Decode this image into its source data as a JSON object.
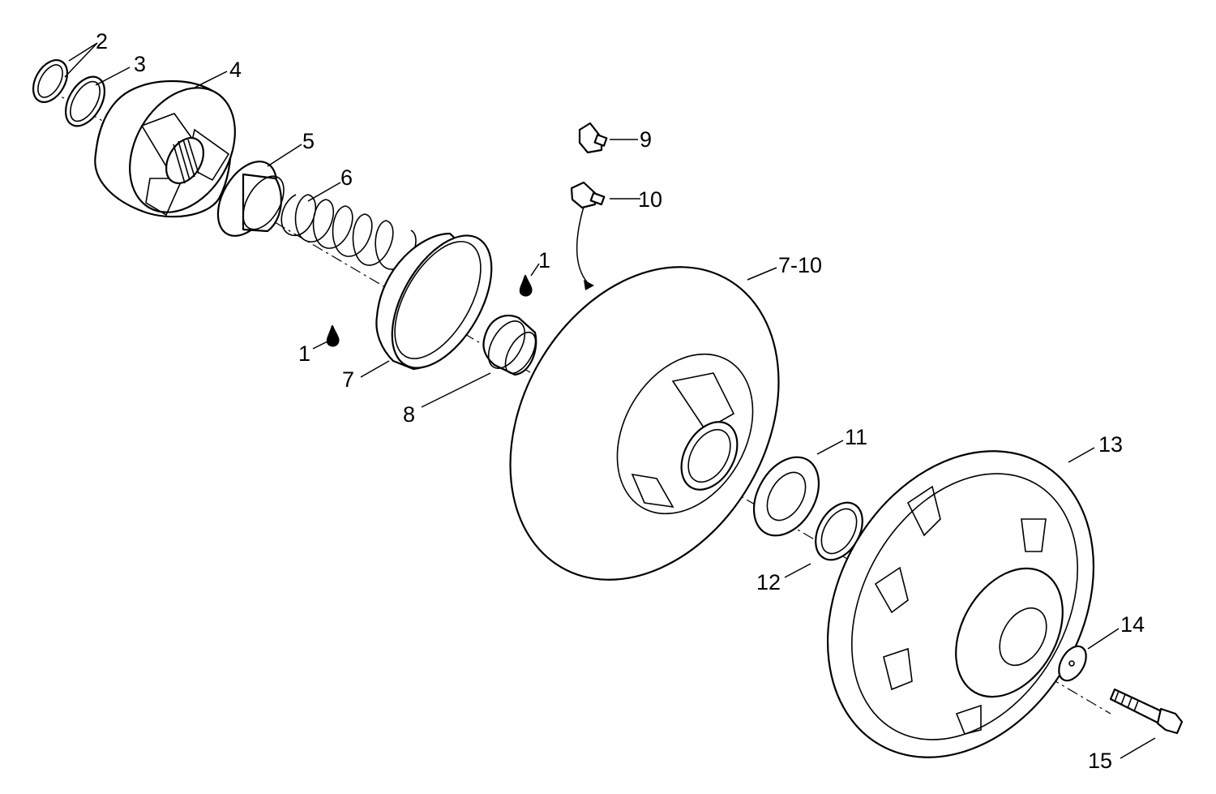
{
  "callouts": {
    "c1a": "1",
    "c1b": "1",
    "c2": "2",
    "c3": "3",
    "c4": "4",
    "c5": "5",
    "c6": "6",
    "c7": "7",
    "c7_10": "7-10",
    "c8": "8",
    "c9": "9",
    "c10": "10",
    "c11": "11",
    "c12": "12",
    "c13": "13",
    "c14": "14",
    "c15": "15"
  },
  "icons": {
    "lubricant": "oil-drop-icon"
  },
  "colors": {
    "line": "#000000",
    "background": "#ffffff"
  }
}
